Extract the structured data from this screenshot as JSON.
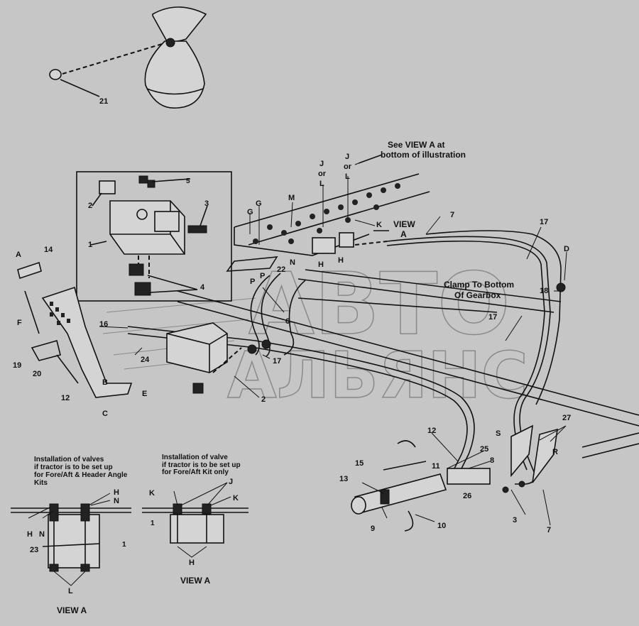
{
  "watermark": {
    "line1": "АВТО",
    "line2": "АЛЬЯНС"
  },
  "notes": {
    "see_view_a_1": "See VIEW A at",
    "see_view_a_2": "bottom of illustration",
    "clamp_1": "Clamp To Bottom",
    "clamp_2": "Of Gearbox",
    "view_arrow_1": "VIEW",
    "view_arrow_2": "A",
    "install1_l1": "Installation of valves",
    "install1_l2": "if tractor is to be set up",
    "install1_l3": "for Fore/Aft & Header Angle",
    "install1_l4": "Kits",
    "install2_l1": "Installation of valve",
    "install2_l2": "if tractor is to be set up",
    "install2_l3": "for Fore/Aft Kit only",
    "view_a_left": "VIEW  A",
    "view_a_right": "VIEW  A"
  },
  "callouts": {
    "c21": "21",
    "c5": "5",
    "c2a": "2",
    "c3a": "3",
    "c1a": "1",
    "c4": "4",
    "c14": "14",
    "cA": "A",
    "c16": "16",
    "cF": "F",
    "c19": "19",
    "c20": "20",
    "c12a": "12",
    "cB": "B",
    "cE": "E",
    "cC": "C",
    "c24": "24",
    "c2b": "2",
    "c17a": "17",
    "c6": "6",
    "c22": "22",
    "cN": "N",
    "cP1": "P",
    "cP2": "P",
    "cG1": "G",
    "cG2": "G",
    "cM": "M",
    "cJ1": "J",
    "cor1": "or",
    "cL1": "L",
    "cJ2": "J",
    "cor2": "or",
    "cL2": "L",
    "cK": "K",
    "cH1": "H",
    "cH2": "H",
    "c7a": "7",
    "c17b": "17",
    "cD": "D",
    "c18": "18",
    "c17c": "17",
    "c12b": "12",
    "c25": "25",
    "c11": "11",
    "c8": "8",
    "c15": "15",
    "c13": "13",
    "c26": "26",
    "c9": "9",
    "c10": "10",
    "cS": "S",
    "cR": "R",
    "c27": "27",
    "c3b": "3",
    "c7b": "7",
    "vH1": "H",
    "vN1": "N",
    "vH2": "H",
    "vN2": "N",
    "v23": "23",
    "v1a": "1",
    "vL": "L",
    "vK1": "K",
    "vJ": "J",
    "vK2": "K",
    "v1b": "1",
    "vH3": "H"
  }
}
